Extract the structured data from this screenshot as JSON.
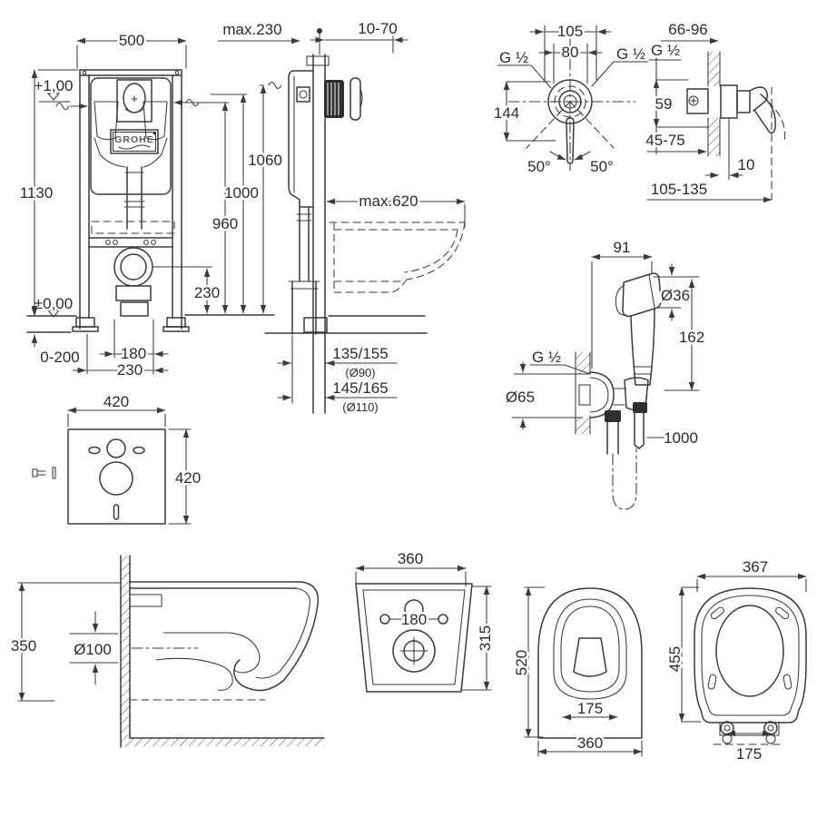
{
  "frame_front": {
    "width": "500",
    "height": "1130",
    "level_plus": "+1,00",
    "level_zero": "±0,00",
    "feet_range": "0-200",
    "bolt_spacing": "180",
    "drain_offset": "230",
    "drain_height": "230",
    "h960": "960",
    "h1000": "1000",
    "h1060": "1060",
    "brand": "GROHE"
  },
  "frame_side": {
    "wall_depth": "max.230",
    "finish_range": "10-70",
    "depth_max": "max.620",
    "outlet_90": "135/155",
    "outlet_90_dia": "(Ø90)",
    "outlet_110": "145/165",
    "outlet_110_dia": "(Ø110)"
  },
  "mixer_front": {
    "w105": "105",
    "w80": "80",
    "thread_left": "G ½",
    "thread_right": "G ½",
    "h144": "144",
    "angle_l": "50°",
    "angle_r": "50°"
  },
  "mixer_side": {
    "depth_range": "66-96",
    "thread": "G ½",
    "h59": "59",
    "depth_45_75": "45-75",
    "offset_10": "10",
    "depth_105_135": "105-135"
  },
  "spray": {
    "w91": "91",
    "dia36": "Ø36",
    "h162": "162",
    "thread": "G ½",
    "dia65": "Ø65",
    "hose_length": "1000"
  },
  "plate": {
    "width": "420",
    "height": "420"
  },
  "bowl_side": {
    "h350": "350",
    "dia100": "Ø100"
  },
  "bowl_back": {
    "w360": "360",
    "holes": "180",
    "h315": "315"
  },
  "bowl_top": {
    "l520": "520",
    "seat_holes": "175",
    "w360": "360"
  },
  "seat": {
    "w367": "367",
    "l455": "455",
    "hinge": "175"
  }
}
